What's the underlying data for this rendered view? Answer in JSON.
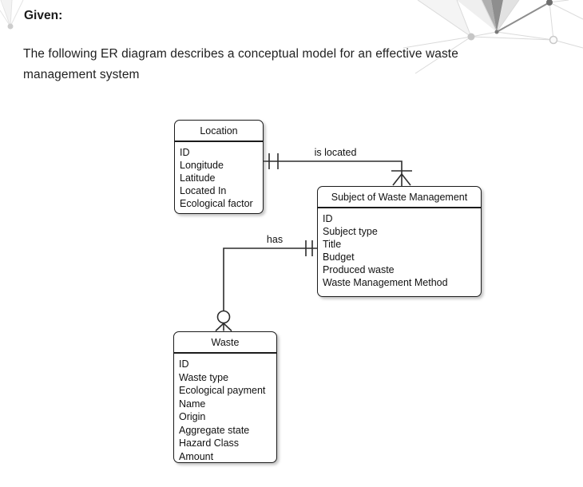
{
  "page": {
    "given_label": "Given:",
    "description": {
      "line1": "The following ER diagram describes a conceptual model for an effective waste",
      "line2": "management system"
    }
  },
  "diagram": {
    "entities": [
      {
        "name": "Location",
        "attributes": [
          "ID",
          "Longitude",
          "Latitude",
          "Located In",
          "Ecological factor"
        ]
      },
      {
        "name": "Subject of Waste Management",
        "attributes": [
          "ID",
          "Subject type",
          "Title",
          "Budget",
          "Produced waste",
          "Waste Management Method"
        ]
      },
      {
        "name": "Waste",
        "attributes": [
          "ID",
          "Waste type",
          "Ecological payment",
          "Name",
          "Origin",
          "Aggregate state",
          "Hazard Class",
          "Amount"
        ]
      }
    ],
    "relationships": [
      {
        "label": "is located",
        "from": "Location",
        "to": "Subject of Waste Management",
        "from_cardinality": "exactly one",
        "to_cardinality": "one or many"
      },
      {
        "label": "has",
        "from": "Subject of Waste Management",
        "to": "Waste",
        "from_cardinality": "exactly one",
        "to_cardinality": "zero or many"
      }
    ],
    "colors": {
      "line": "#2d2d2d",
      "entity_border": "#1c1c1c",
      "entity_fill": "#ffffff",
      "text": "#111111"
    }
  }
}
